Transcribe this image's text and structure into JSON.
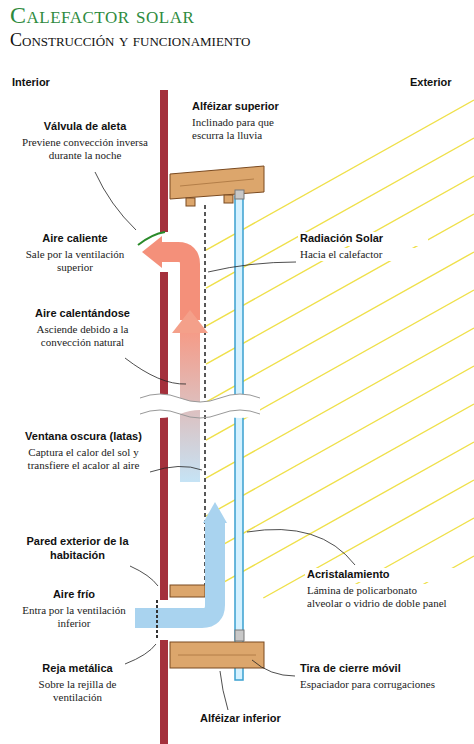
{
  "diagram": {
    "title": "Calefactor solar",
    "labels": [
      "Construcción y funcionamiento",
      "Interior",
      "Exterior",
      "Válvula de aleta",
      "Previene convección inversa durante la noche",
      "Alféizar superior",
      "Inclinado para que escurra la lluvia",
      "Aire caliente",
      "Sale por la ventilación superior",
      "Radiación Solar",
      "Hacia el calefactor",
      "Aire calentándose",
      "Asciende debido a la convección natural",
      "Ventana oscura (latas)",
      "Captura el calor del sol y transfiere el acalor al aire",
      "Pared exterior de la habitación",
      "Acristalamiento",
      "Lámina de policarbonato alveolar o vidrio de doble panel",
      "Aire frío",
      "Entra por la ventilación inferior",
      "Reja metálica",
      "Sobre la rejilla de ventilación",
      "Tira de cierre móvil",
      "Espaciador para corrugaciones",
      "Alféizar inferior"
    ]
  }
}
